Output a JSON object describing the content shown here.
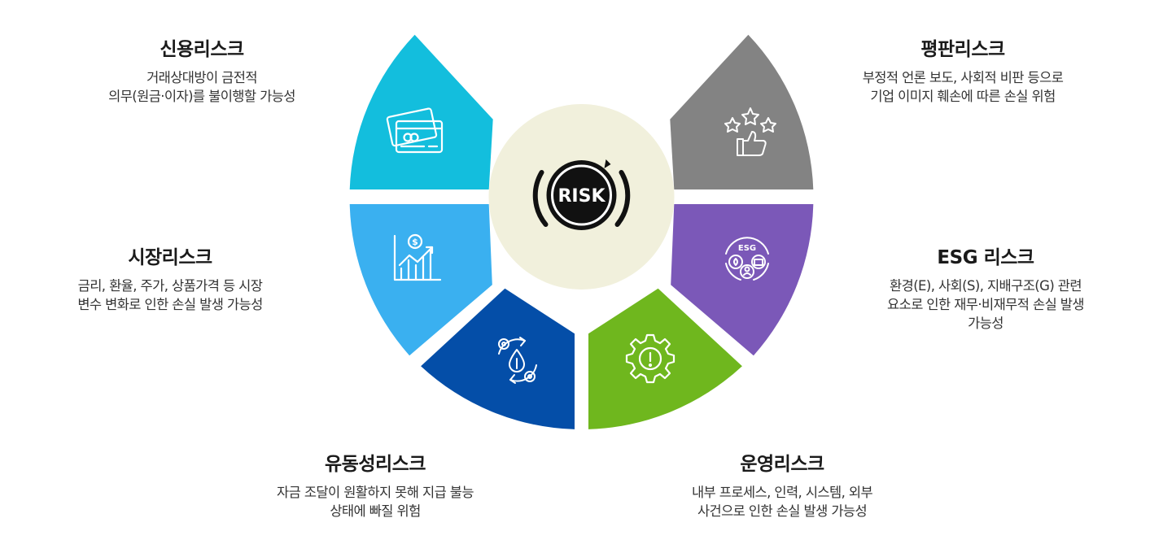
{
  "center": {
    "label": "RISK",
    "icon": "risk-badge-icon",
    "bg_color": "#f1f0dc"
  },
  "segments": [
    {
      "id": "credit",
      "color": "#13bedd",
      "icon": "credit-card-icon"
    },
    {
      "id": "market",
      "color": "#3ab0f0",
      "icon": "chart-dollar-icon"
    },
    {
      "id": "liquidity",
      "color": "#044ea8",
      "icon": "cycle-gears-icon"
    },
    {
      "id": "operation",
      "color": "#6fb71e",
      "icon": "gear-alert-icon"
    },
    {
      "id": "esg",
      "color": "#7b58b8",
      "icon": "esg-icon"
    },
    {
      "id": "reputation",
      "color": "#838383",
      "icon": "stars-thumbs-up-icon"
    }
  ],
  "blocks": {
    "credit": {
      "title": "신용리스크",
      "desc1": "거래상대방이 금전적",
      "desc2": "의무(원금·이자)를 불이행할 가능성"
    },
    "market": {
      "title": "시장리스크",
      "desc1": "금리, 환율, 주가, 상품가격 등 시장",
      "desc2": "변수 변화로 인한 손실 발생 가능성"
    },
    "liquidity": {
      "title": "유동성리스크",
      "desc1": "자금 조달이 원활하지 못해 지급 불능",
      "desc2": "상태에 빠질 위험"
    },
    "reputation": {
      "title": "평판리스크",
      "desc1": "부정적 언론 보도, 사회적 비판 등으로",
      "desc2": "기업 이미지 훼손에 따른 손실 위험"
    },
    "esg": {
      "title": "ESG 리스크",
      "desc1": "환경(E), 사회(S), 지배구조(G) 관련",
      "desc2": "요소로 인한 재무·비재무적 손실 발생",
      "desc3": "가능성"
    },
    "operation": {
      "title": "운영리스크",
      "desc1": "내부 프로세스, 인력, 시스템, 외부",
      "desc2": "사건으로 인한 손실 발생 가능성"
    }
  }
}
